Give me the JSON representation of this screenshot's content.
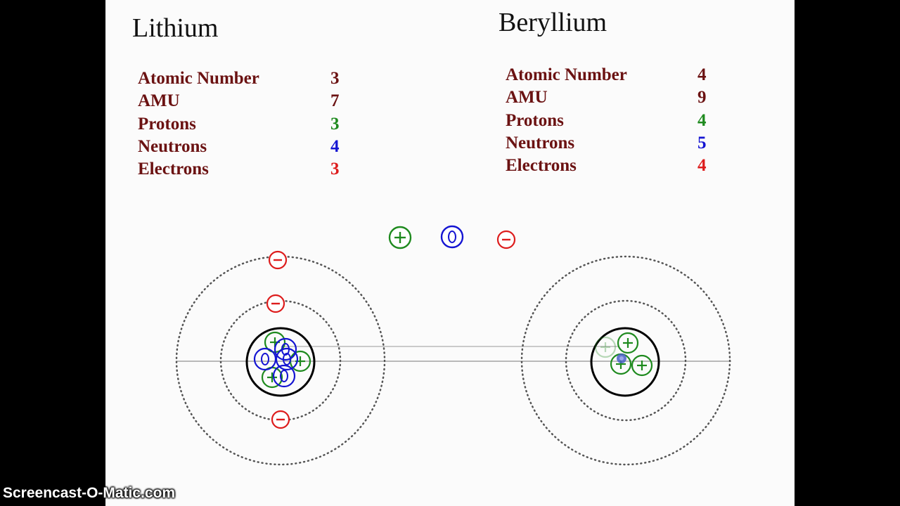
{
  "colors": {
    "label": "#6b1212",
    "proton": "#1e8a1e",
    "neutron": "#1414d2",
    "electron": "#dd1c1c",
    "nucleus_outline": "#000000",
    "shell": "#555555"
  },
  "elements": [
    {
      "name": "Lithium",
      "properties": [
        {
          "label": "Atomic Number",
          "value": "3",
          "kind": "label"
        },
        {
          "label": "AMU",
          "value": "7",
          "kind": "label"
        },
        {
          "label": "Protons",
          "value": "3",
          "kind": "proton"
        },
        {
          "label": "Neutrons",
          "value": "4",
          "kind": "neutron"
        },
        {
          "label": "Electrons",
          "value": "3",
          "kind": "electron"
        }
      ]
    },
    {
      "name": "Beryllium",
      "properties": [
        {
          "label": "Atomic Number",
          "value": "4",
          "kind": "label"
        },
        {
          "label": "AMU",
          "value": "9",
          "kind": "label"
        },
        {
          "label": "Protons",
          "value": "4",
          "kind": "proton"
        },
        {
          "label": "Neutrons",
          "value": "5",
          "kind": "neutron"
        },
        {
          "label": "Electrons",
          "value": "4",
          "kind": "electron"
        }
      ]
    }
  ],
  "legend": {
    "proton_symbol": "+",
    "neutron_symbol": "0",
    "electron_symbol": "−"
  },
  "watermark": "Screencast-O-Matic.com"
}
